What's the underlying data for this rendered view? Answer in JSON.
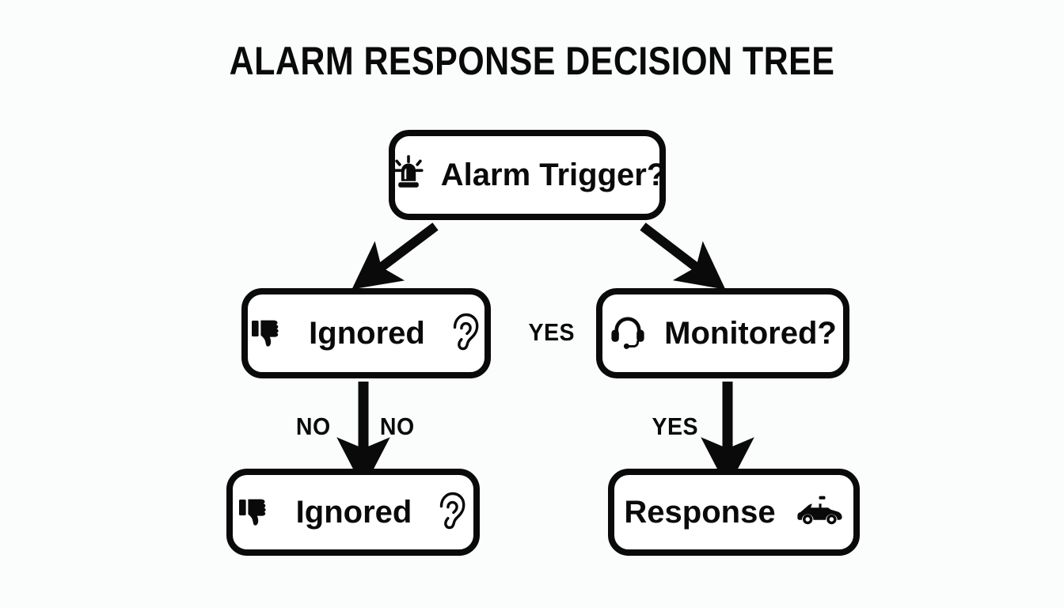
{
  "diagram": {
    "title": "ALARM RESPONSE DECISION TREE",
    "background_color": "#fbfcfc",
    "stroke_color": "#0a0a0a",
    "nodes": [
      {
        "id": "root",
        "label": "Alarm Trigger?",
        "icons": [
          "siren-icon"
        ]
      },
      {
        "id": "ignored-mid",
        "label": "Ignored",
        "icons": [
          "thumbs-down-icon",
          "ear-icon"
        ]
      },
      {
        "id": "monitored",
        "label": "Monitored?",
        "icons": [
          "headset-icon"
        ]
      },
      {
        "id": "ignored-leaf",
        "label": "Ignored",
        "icons": [
          "thumbs-down-icon",
          "ear-icon"
        ]
      },
      {
        "id": "response",
        "label": "Response",
        "icons": [
          "police-car-icon"
        ]
      }
    ],
    "edges": [
      {
        "id": "root-to-ignored",
        "from": "root",
        "to": "ignored-mid",
        "label": "",
        "direction": "down-left"
      },
      {
        "id": "root-to-monitored",
        "from": "root",
        "to": "monitored",
        "label": "YES",
        "direction": "down-right"
      },
      {
        "id": "ignored-down-left-label",
        "from": "ignored-mid",
        "to": "ignored-leaf",
        "label": "NO",
        "direction": "down"
      },
      {
        "id": "ignored-down-right-label",
        "from": "ignored-mid",
        "to": "ignored-leaf",
        "label": "NO",
        "direction": "down"
      },
      {
        "id": "monitored-to-response",
        "from": "monitored",
        "to": "response",
        "label": "YES",
        "direction": "down"
      }
    ],
    "edge_labels": {
      "yes_branch": "YES",
      "no_left": "NO",
      "no_right": "NO",
      "yes_response": "YES"
    }
  }
}
